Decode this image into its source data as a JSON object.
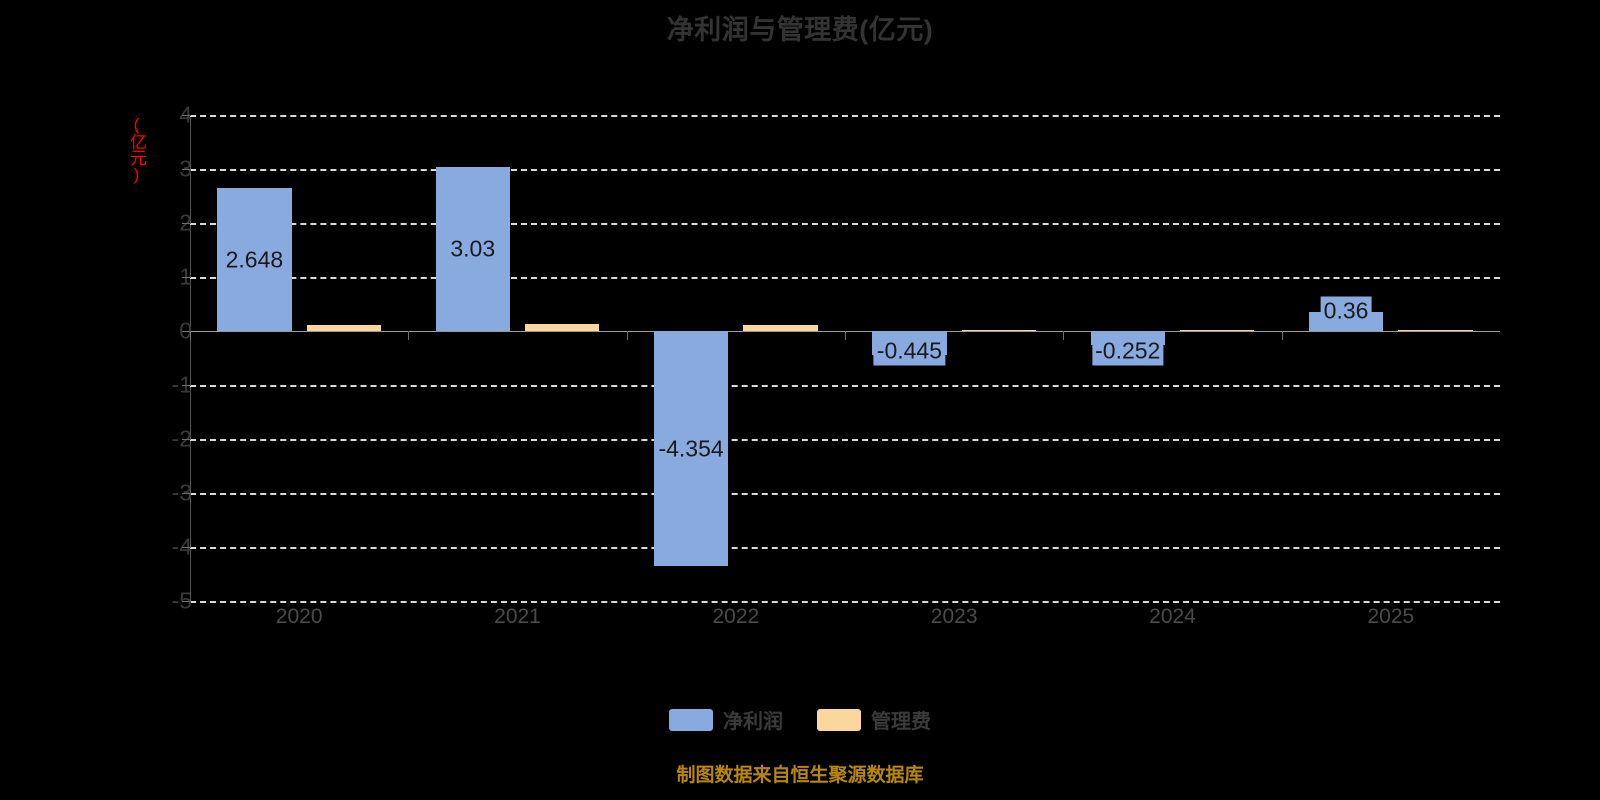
{
  "chart_data": {
    "type": "bar",
    "title": "净利润与管理费(亿元)",
    "xlabel": "",
    "ylabel": "(亿元)",
    "ylim": [
      -5,
      4
    ],
    "ytick_labels": [
      "4",
      "3",
      "2",
      "1",
      "0",
      "-1",
      "-2",
      "-3",
      "-4",
      "-5"
    ],
    "yticks": [
      4,
      3,
      2,
      1,
      0,
      -1,
      -2,
      -3,
      -4,
      -5
    ],
    "grid": true,
    "legend_position": "bottom",
    "categories": [
      "2020",
      "2021",
      "2022",
      "2023",
      "2024",
      "2025"
    ],
    "series": [
      {
        "name": "净利润",
        "color": "#88AADF",
        "values": [
          2.648,
          3.03,
          -4.354,
          -0.445,
          -0.252,
          0.36
        ],
        "labels": [
          "2.648",
          "3.03",
          "-4.354",
          "-0.445",
          "-0.252",
          "0.36"
        ]
      },
      {
        "name": "管理费",
        "color": "#FBD79B",
        "values": [
          0.12,
          0.13,
          0.12,
          0.02,
          0.015,
          0.01
        ],
        "labels": [
          "",
          "",
          "",
          "",
          "",
          ""
        ]
      }
    ],
    "annotations": {
      "footer": "制图数据来自恒生聚源数据库"
    }
  },
  "axis_unit_color": "#ff0000",
  "footer_color": "#b8860b"
}
